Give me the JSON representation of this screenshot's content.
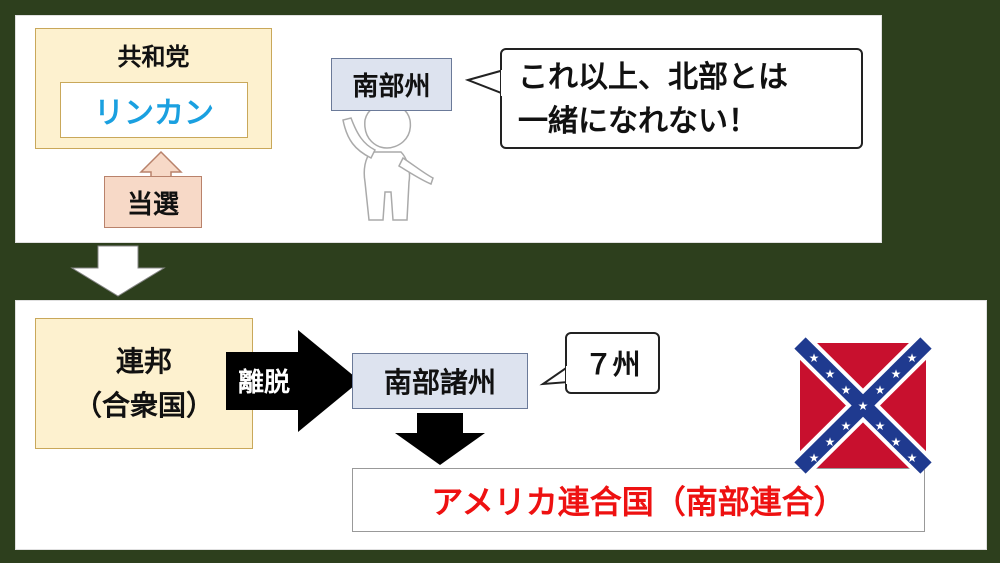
{
  "top": {
    "party_label": "共和党",
    "candidate": "リンカン",
    "elected_label": "当選",
    "south_label": "南部州",
    "speech_line1": "これ以上、北部とは",
    "speech_line2": "一緒になれない！"
  },
  "bottom": {
    "union_line1": "連邦",
    "union_line2": "（合衆国）",
    "secession_label": "離脱",
    "south_states_label": "南部諸州",
    "count_label": "７州",
    "confederacy": "アメリカ連合国（南部連合）"
  },
  "colors": {
    "background": "#2d3f1d",
    "candidate_blue": "#1aa0e0",
    "confederacy_red": "#ee1111",
    "party_fill": "#fdf1cf",
    "state_fill": "#dde3ef",
    "elected_fill": "#f7d9c7"
  },
  "icons": [
    "person-holding-sign-icon",
    "confederate-flag-icon"
  ]
}
